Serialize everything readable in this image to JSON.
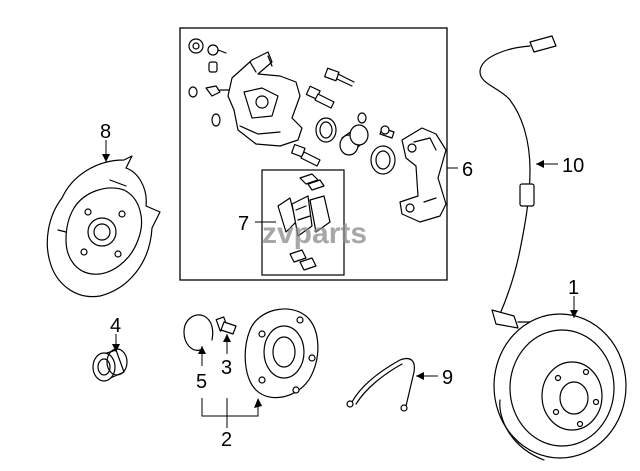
{
  "callouts": {
    "c1": "1",
    "c2": "2",
    "c3": "3",
    "c4": "4",
    "c5": "5",
    "c6": "6",
    "c7": "7",
    "c8": "8",
    "c9": "9",
    "c10": "10"
  },
  "watermark": "zvparts",
  "colors": {
    "line": "#000000",
    "background": "#ffffff",
    "watermark": "#8a8a8a"
  }
}
